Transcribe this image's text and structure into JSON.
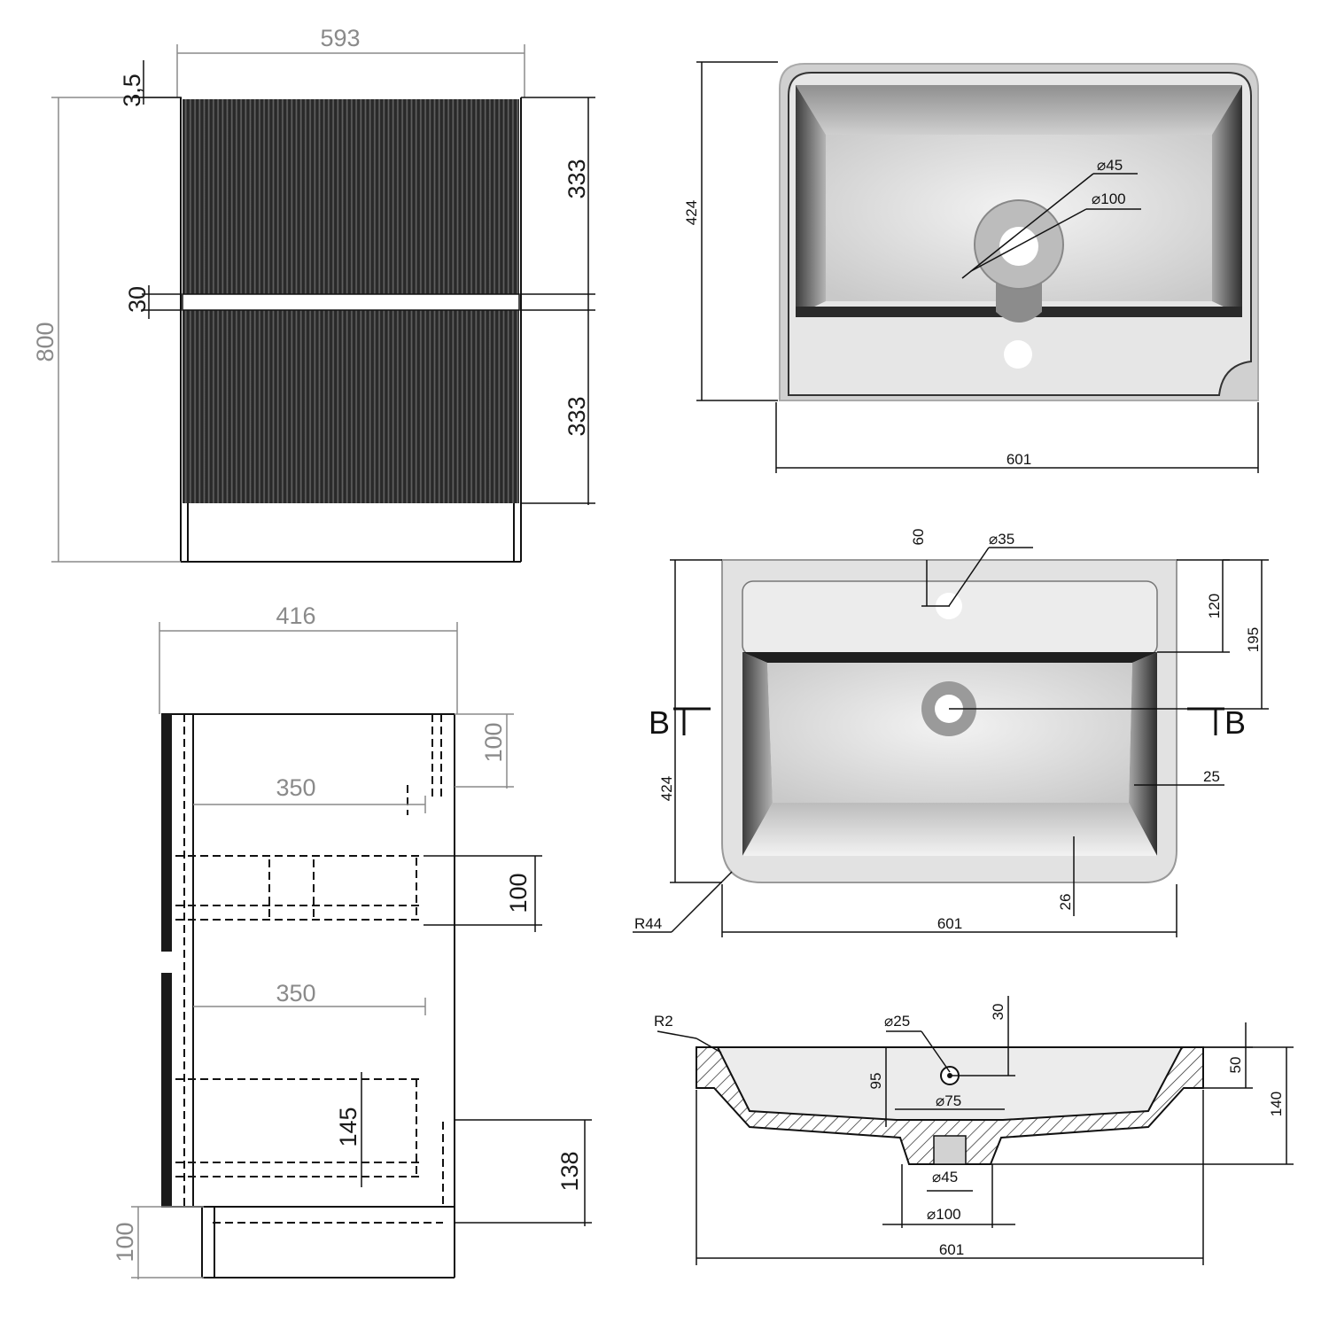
{
  "colors": {
    "ink": "#111111",
    "grey_dim": "#8a8a8a",
    "slat_dark": "#2b2b2b",
    "basin_light": "#e9e9e9",
    "basin_mid": "#bdbdbd",
    "basin_dark": "#4a4a4a"
  },
  "front_view": {
    "width": "593",
    "top_gap": "3,5",
    "height": "800",
    "drawer_top": "333",
    "gap": "30",
    "drawer_bottom": "333"
  },
  "side_view": {
    "depth": "416",
    "top_offset": "100",
    "drawer_depth_upper": "350",
    "upper_drawer_height": "100",
    "drawer_depth_lower": "350",
    "lower_drawer_height": "145",
    "lower_offset": "138",
    "leg_height": "100"
  },
  "basin_top_view": {
    "depth": "424",
    "drain_inner": "⌀45",
    "drain_outer": "⌀100",
    "width": "601"
  },
  "basin_plan": {
    "hole_offset": "60",
    "tap_hole": "⌀35",
    "deck_depth": "120",
    "center_depth": "195",
    "depth": "424",
    "side_wall": "25",
    "front_wall": "26",
    "corner_radius": "R44",
    "width": "601",
    "section_mark": "B"
  },
  "section_view": {
    "edge_radius": "R2",
    "overflow": "⌀25",
    "overflow_offset": "30",
    "bowl_depth": "95",
    "rim_height": "50",
    "total_height": "140",
    "waste_top": "⌀75",
    "waste_inner": "⌀45",
    "waste_outer": "⌀100",
    "width": "601"
  }
}
